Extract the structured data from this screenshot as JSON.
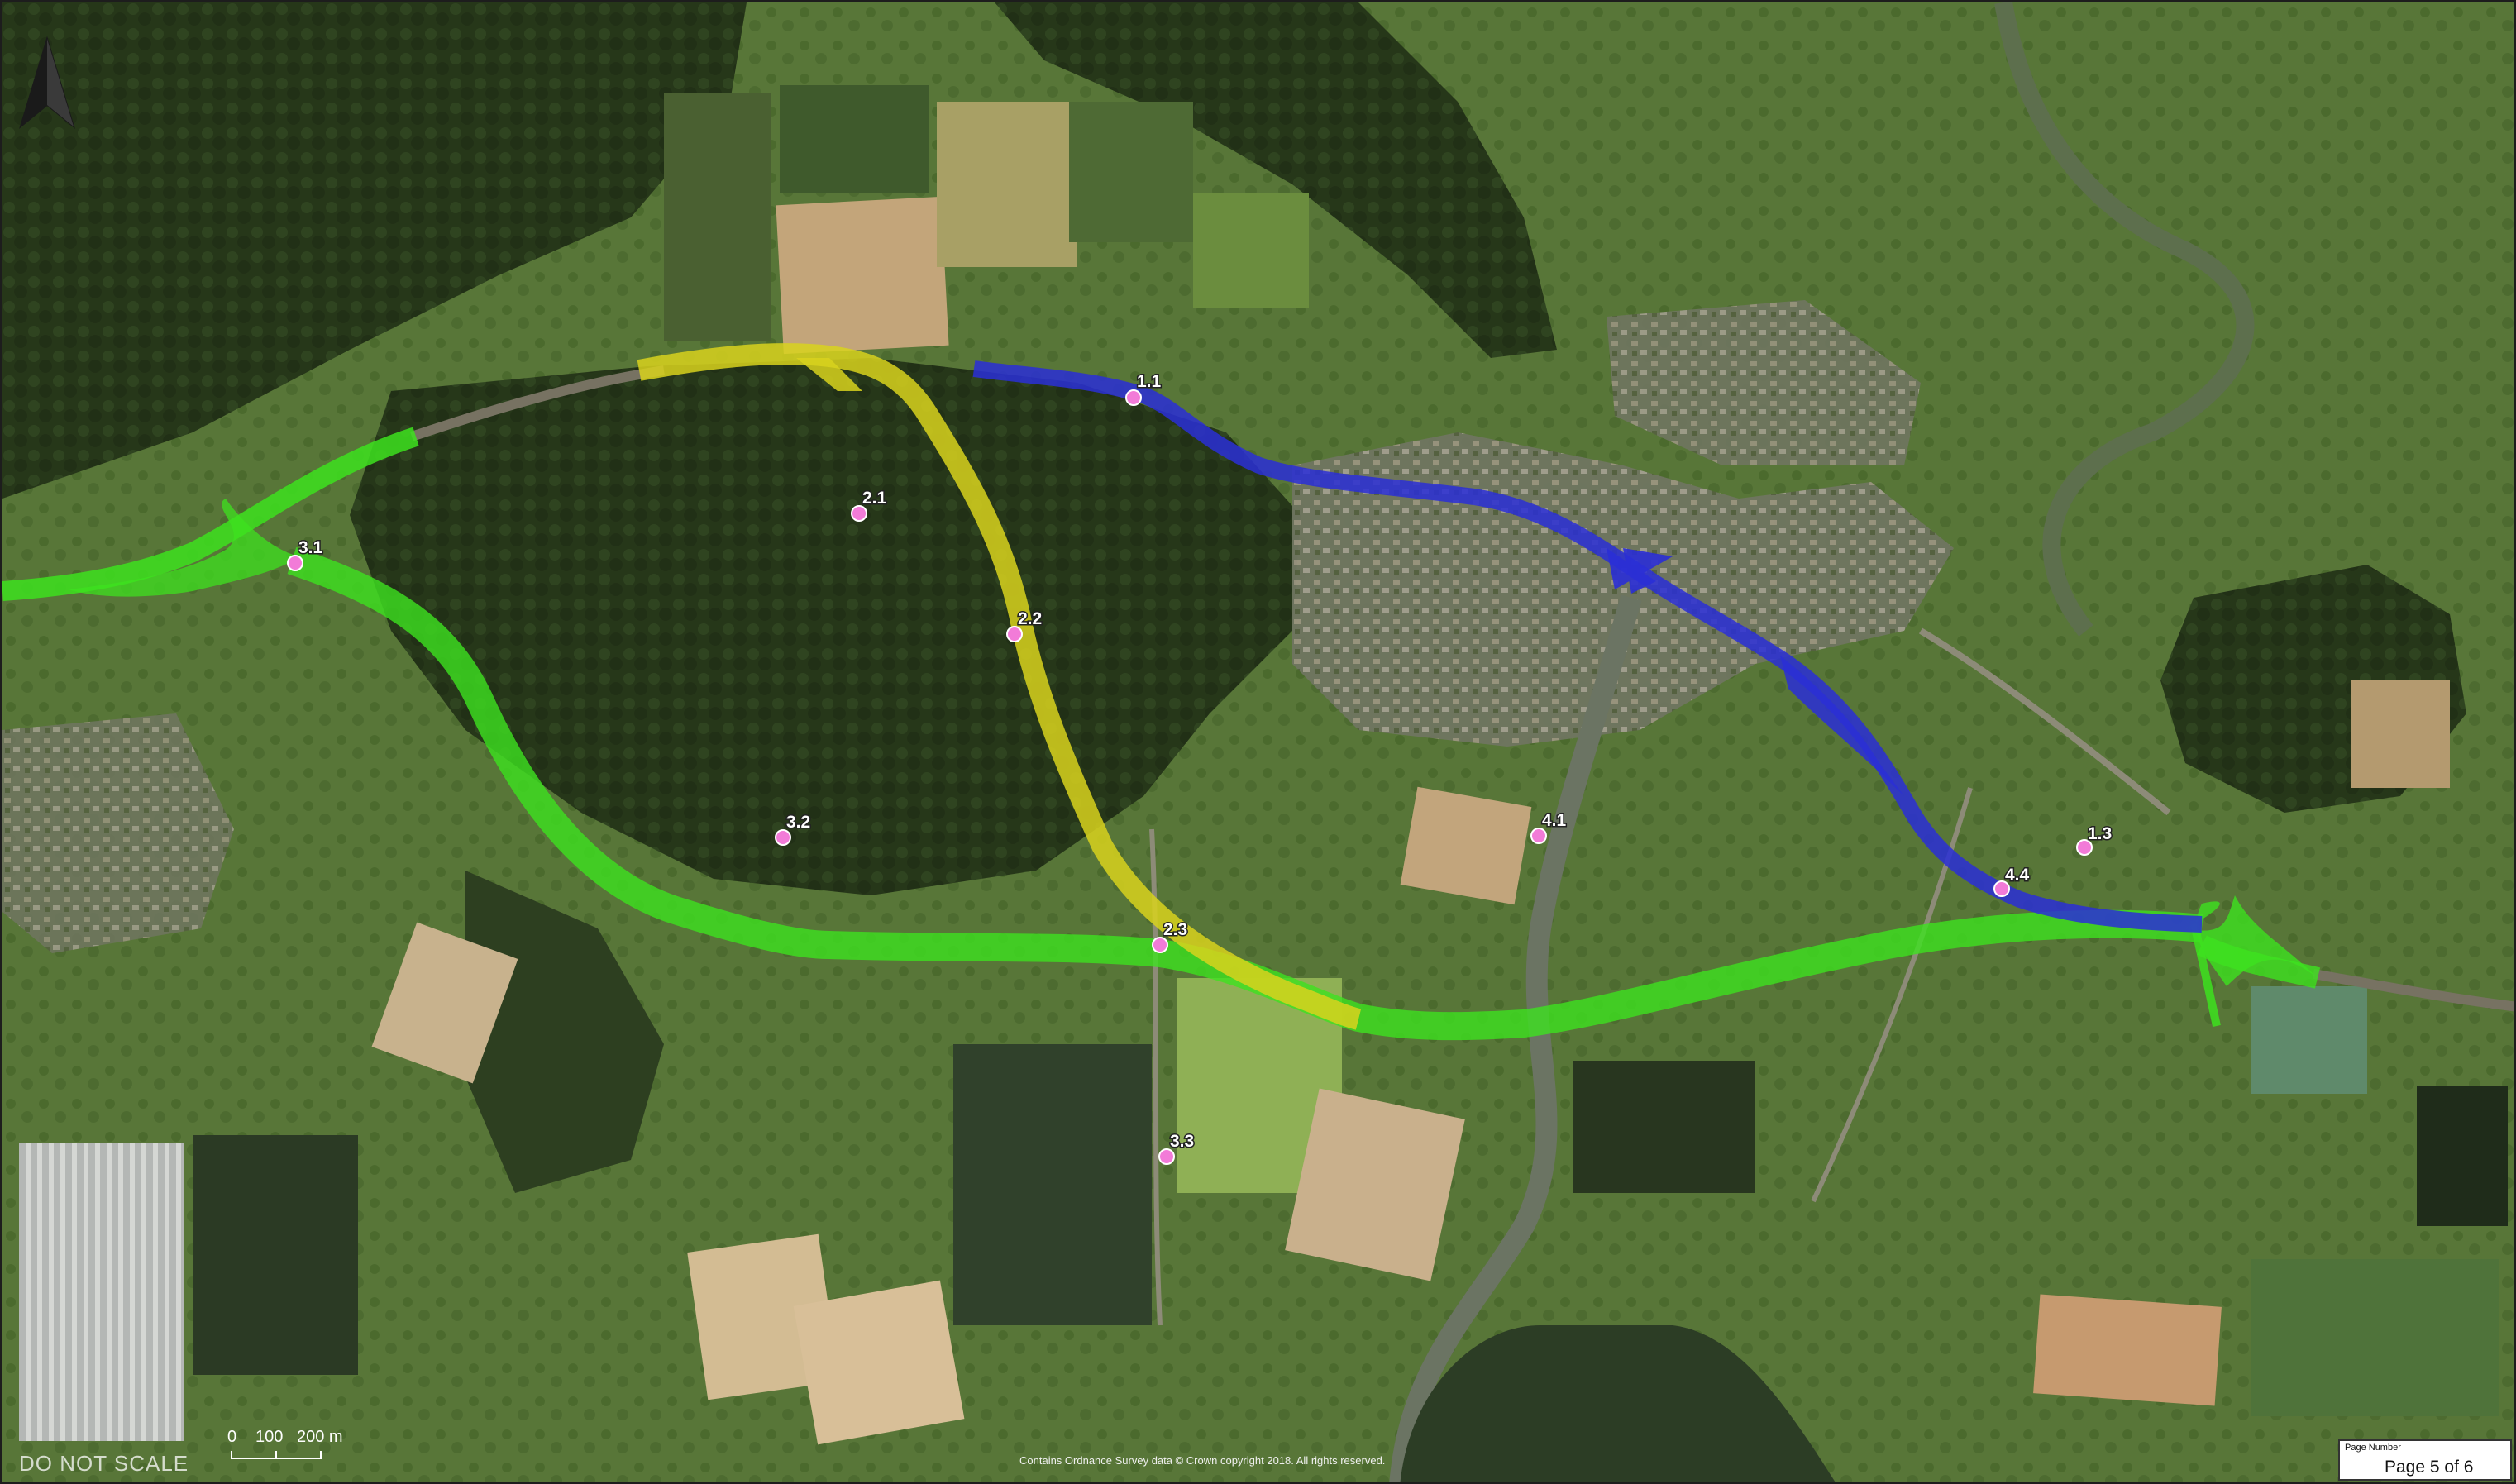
{
  "map": {
    "colors": {
      "route_blue": "#2a2fd6",
      "route_yellow": "#d8d21d",
      "route_green": "#3de21f",
      "marker_pink": "#f27bd8",
      "marker_outline": "#ffffff",
      "forest": "#2b3b1e",
      "field_light": "#6f8b45",
      "field_dark": "#3a5326",
      "field_tan": "#c7ac79",
      "urban": "#8a8578",
      "river": "#5e6b50",
      "road": "#7b7868"
    },
    "markers": [
      {
        "id": "1.1",
        "label": "1.1"
      },
      {
        "id": "1.3",
        "label": "1.3"
      },
      {
        "id": "2.1",
        "label": "2.1"
      },
      {
        "id": "2.2",
        "label": "2.2"
      },
      {
        "id": "2.3",
        "label": "2.3"
      },
      {
        "id": "3.1",
        "label": "3.1"
      },
      {
        "id": "3.2",
        "label": "3.2"
      },
      {
        "id": "3.3",
        "label": "3.3"
      },
      {
        "id": "4.1",
        "label": "4.1"
      },
      {
        "id": "4.4",
        "label": "4.4"
      }
    ],
    "north_arrow_icon": "north-arrow-icon",
    "scale_bar": {
      "labels": [
        "0",
        "100",
        "200 m"
      ]
    },
    "do_not_scale": "DO NOT SCALE",
    "copyright": "Contains Ordnance Survey data © Crown copyright 2018. All rights reserved.",
    "page_box": {
      "heading": "Page Number",
      "value": "Page 5 of 6"
    }
  }
}
